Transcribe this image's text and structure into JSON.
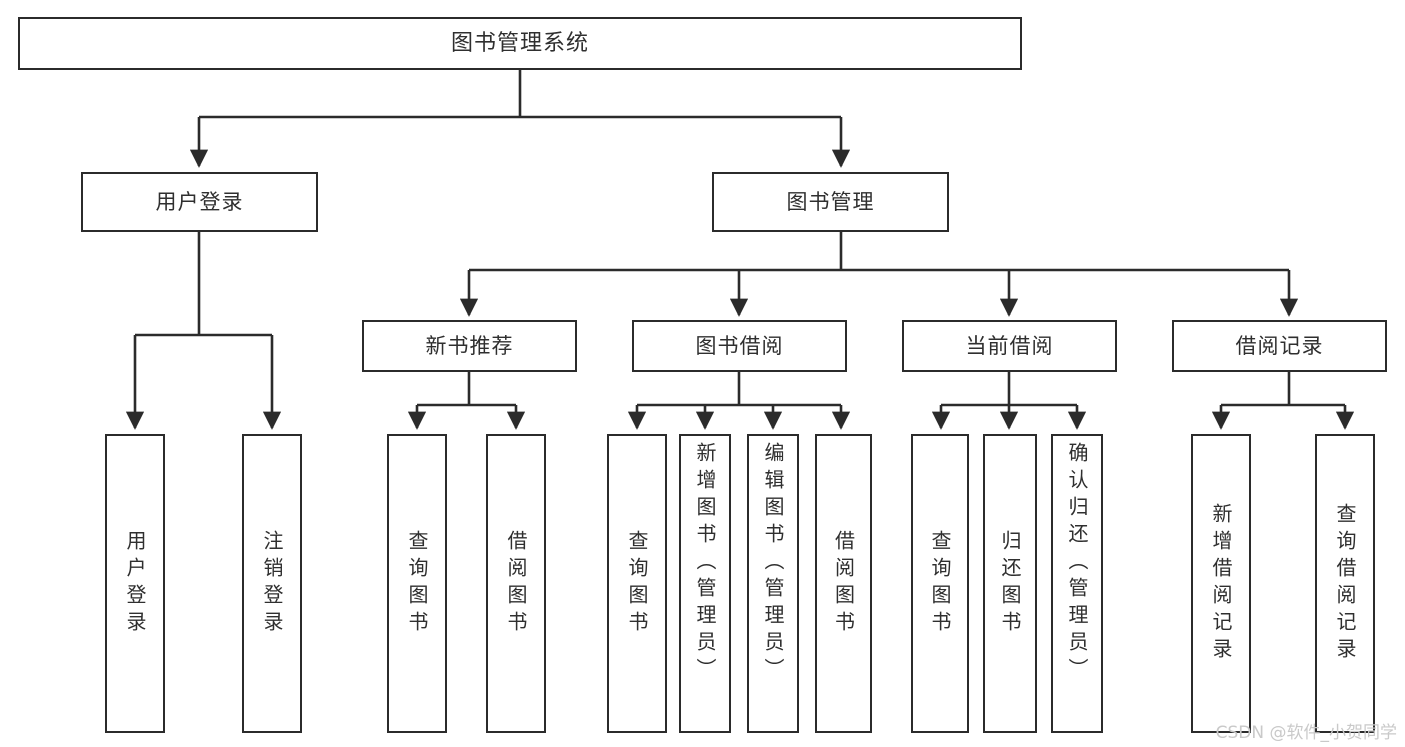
{
  "diagram": {
    "title": "图书管理系统",
    "watermark": "CSDN @软件_小贺同学",
    "stroke_color": "#2b2b2b",
    "text_color": "#2f2f2f",
    "background": "#ffffff",
    "nodes": {
      "root": "图书管理系统",
      "level1": {
        "user_login": "用户登录",
        "book_manage": "图书管理"
      },
      "level2": {
        "new_book_rec": "新书推荐",
        "book_borrow": "图书借阅",
        "current_borrow": "当前借阅",
        "borrow_record": "借阅记录"
      },
      "leaves": {
        "user_login_1": "用户登录",
        "user_login_2": "注销登录",
        "new_book_rec_1": "查询图书",
        "new_book_rec_2": "借阅图书",
        "book_borrow_1": "查询图书",
        "book_borrow_2": "新增图书（管理员）",
        "book_borrow_3": "编辑图书（管理员）",
        "book_borrow_4": "借阅图书",
        "current_borrow_1": "查询图书",
        "current_borrow_2": "归还图书",
        "current_borrow_3": "确认归还（管理员）",
        "borrow_record_1": "新增借阅记录",
        "borrow_record_2": "查询借阅记录"
      }
    }
  }
}
